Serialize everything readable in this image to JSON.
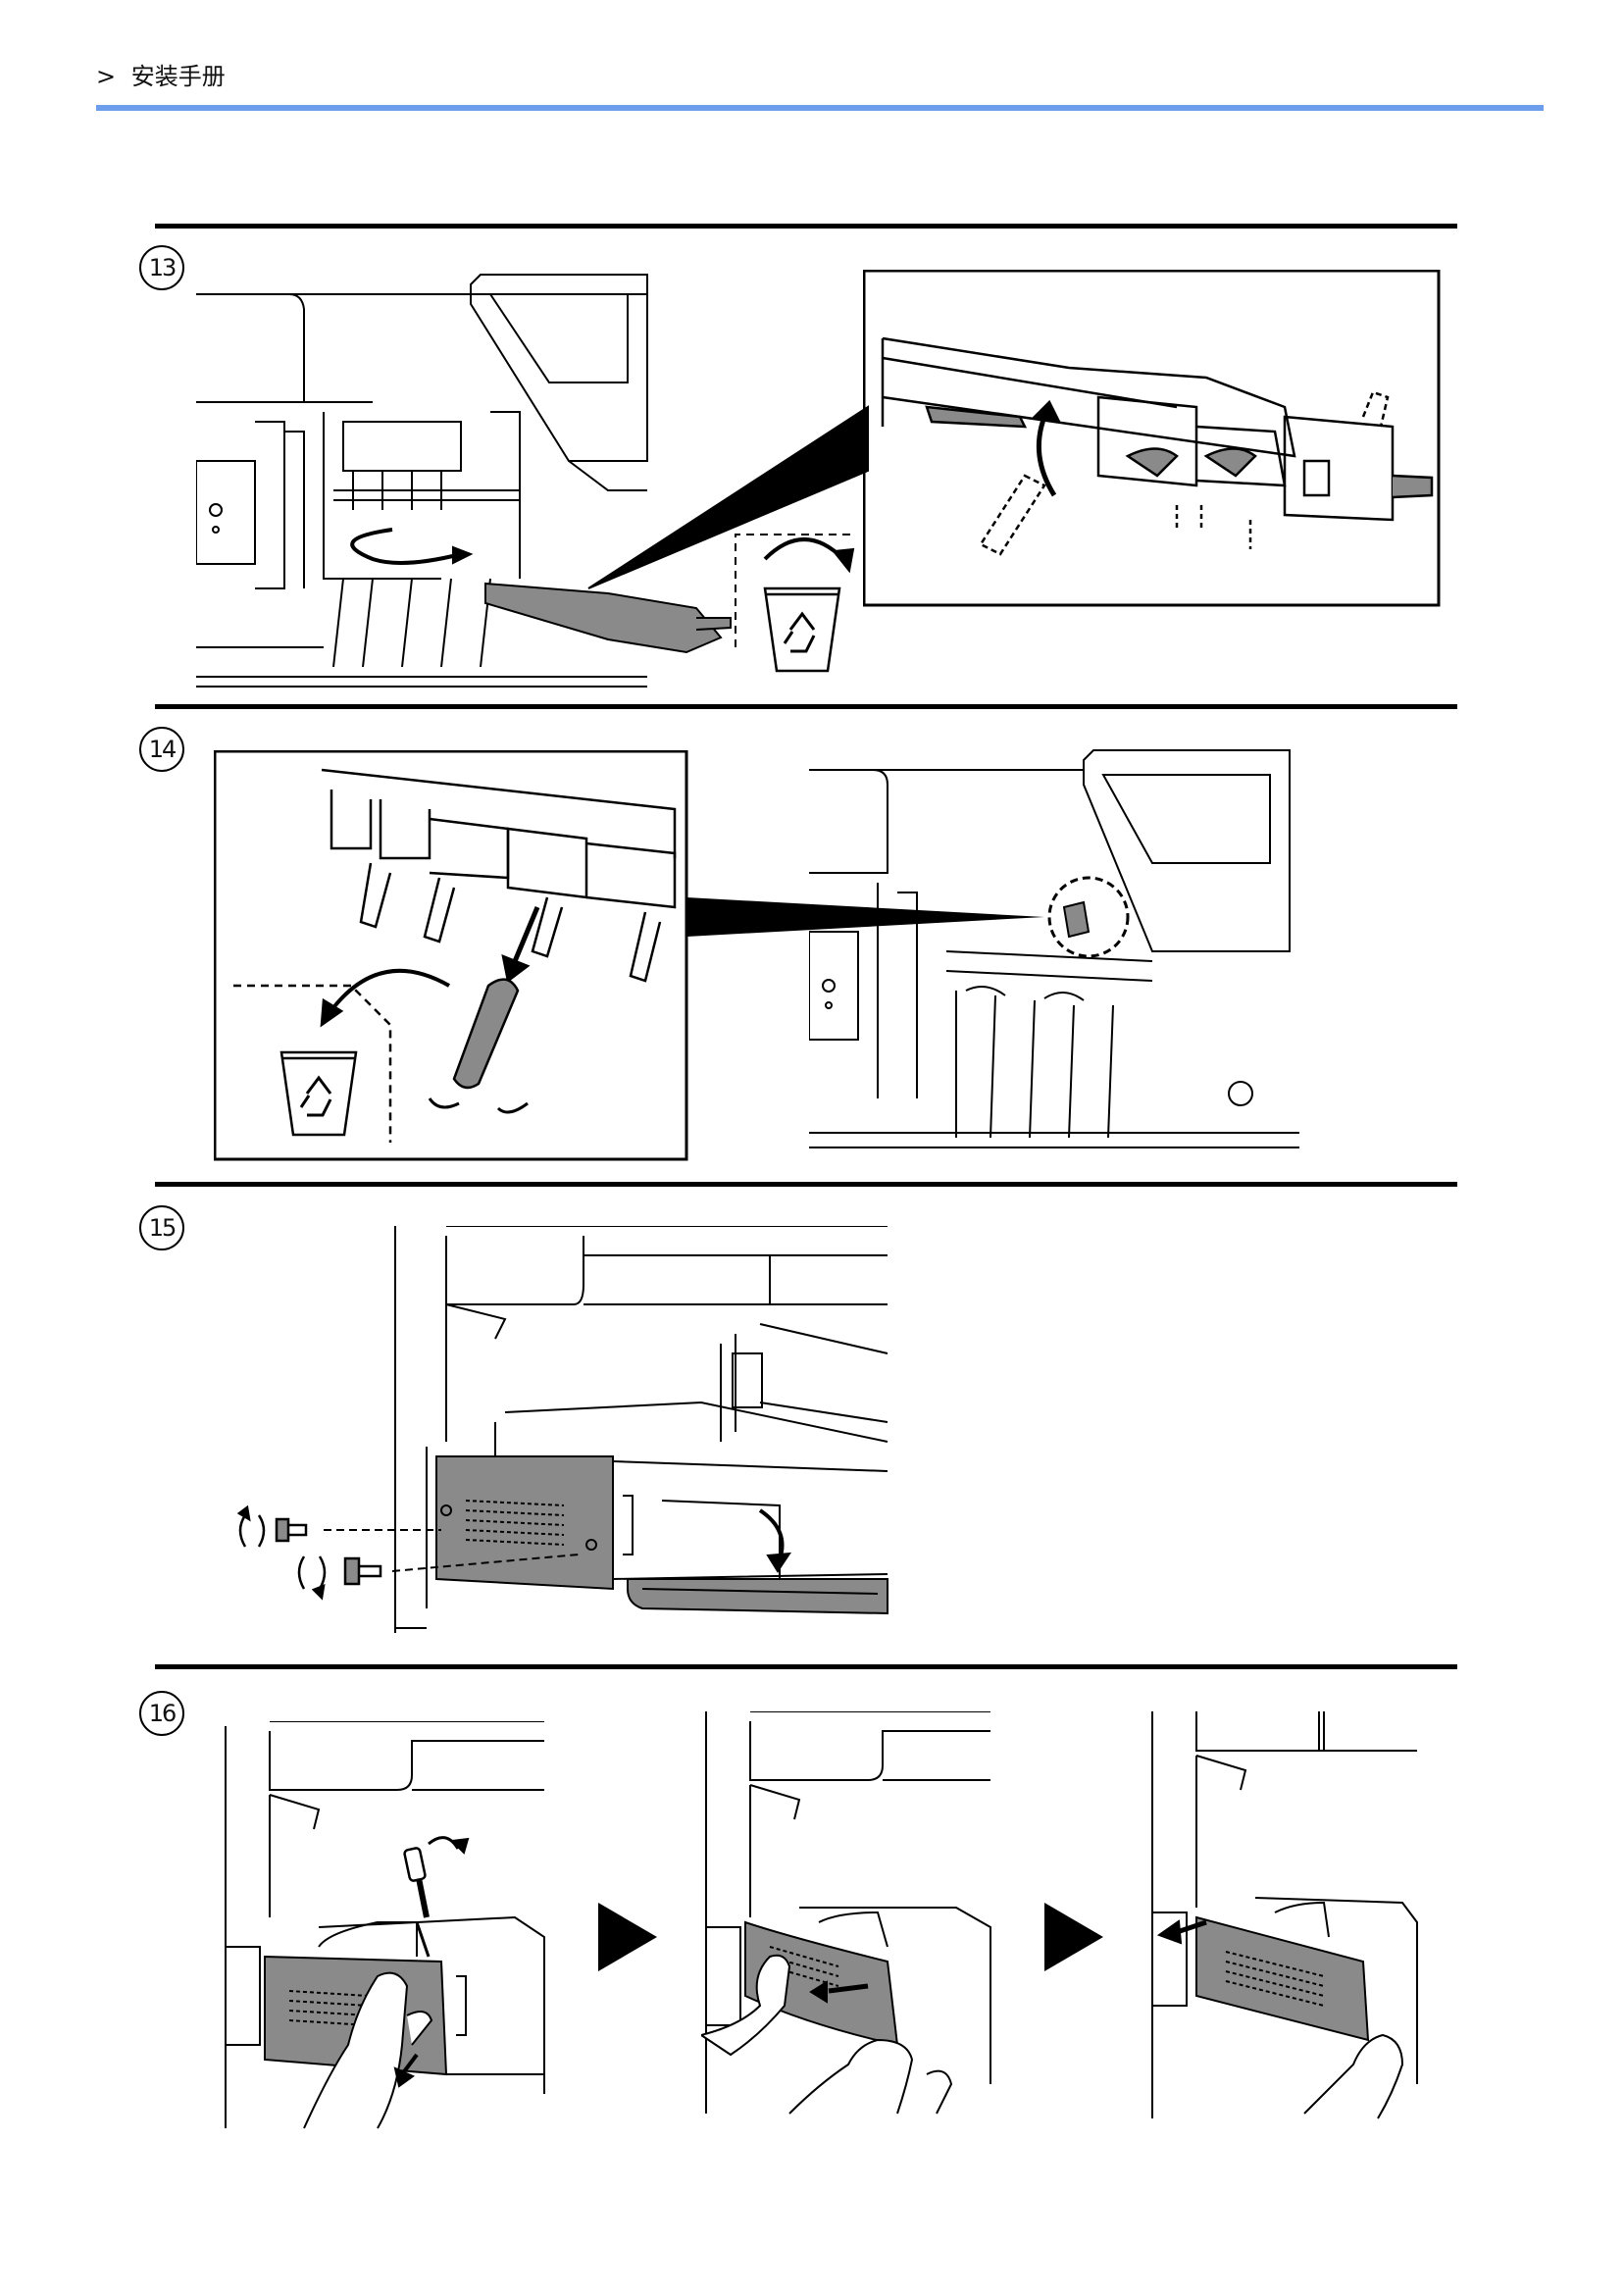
{
  "header": {
    "marker": ">",
    "title": "安装手册"
  },
  "steps": [
    {
      "number": "13"
    },
    {
      "number": "14"
    },
    {
      "number": "15"
    },
    {
      "number": "16"
    }
  ],
  "icons": [
    "recycle-bin-icon",
    "arrow-icon",
    "screw-icon",
    "screwdriver-icon",
    "hand-icon",
    "next-step-arrow-icon"
  ],
  "colors": {
    "accent_rule": "#6d9eeb",
    "part_gray": "#8a8a8a",
    "line": "#000000"
  }
}
